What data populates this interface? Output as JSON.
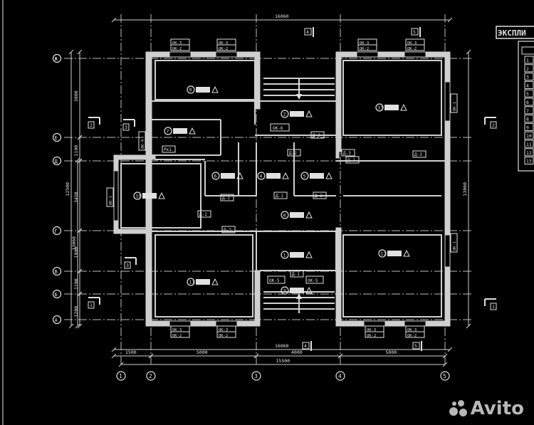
{
  "top_dimension": "16060",
  "bottom_dimension": "16060",
  "bottom_segments": [
    "1500",
    "5000",
    "4000",
    "5000"
  ],
  "bottom_total": "15500",
  "left_dims": [
    "3800",
    "1190",
    "3450",
    "1990",
    "1190",
    "1200"
  ],
  "left_totals": [
    "12500",
    "13060"
  ],
  "right_total": "13060",
  "column_axes": [
    "1",
    "2",
    "3",
    "4",
    "5"
  ],
  "row_axes": [
    "Ж",
    "Е",
    "Д",
    "Г",
    "В",
    "Б",
    "А"
  ],
  "section_marks": {
    "left_a": "2",
    "left_b": "3",
    "left_c": "3",
    "left_d": "1",
    "right_a": "2",
    "right_b": "1",
    "top_l": "4",
    "top_r": "5",
    "bottom_l": "4",
    "bottom_r": "5"
  },
  "windows": {
    "top": [
      [
        "ОК-3",
        "ОК-2"
      ],
      [
        "ОК-3",
        "ОК-2"
      ],
      [
        "ОК-3",
        "ОК-2"
      ],
      [
        "ОК-3",
        "ОК-2"
      ]
    ],
    "bottom": [
      [
        "ОК-3",
        "ОК-2"
      ],
      [
        "ОК-3",
        "ОК-2"
      ],
      [
        "ОК-3",
        "ОК-2"
      ],
      [
        "ОК-3",
        "ОК-2"
      ]
    ],
    "ok6": "ОК-6",
    "ok5_left": "ОК-5",
    "ok5_right": "ОК-5",
    "ok1_left": "ОК-1",
    "ok1_right_top": "ОК-1",
    "ok1_right_bottom": "ОК-1",
    "ok4": "ОК-4"
  },
  "room_numbers": [
    "1",
    "2",
    "3",
    "4",
    "5",
    "6",
    "7",
    "8",
    "9",
    "10",
    "11",
    "12",
    "13"
  ],
  "door_tags": [
    "Д-2",
    "Д-3",
    "Д-3",
    "Д-2",
    "Д-1",
    "Д-3",
    "Д-3",
    "Д-3",
    "Д-1",
    "Д-1",
    "Д-2"
  ],
  "pk_label": "Рк1",
  "explication": {
    "title": "ЭКСПЛИ",
    "rows": [
      "1",
      "2",
      "3",
      "4",
      "5",
      "6",
      "7",
      "8",
      "9",
      "10",
      "11",
      "12",
      "13"
    ]
  },
  "watermark": "Avito"
}
